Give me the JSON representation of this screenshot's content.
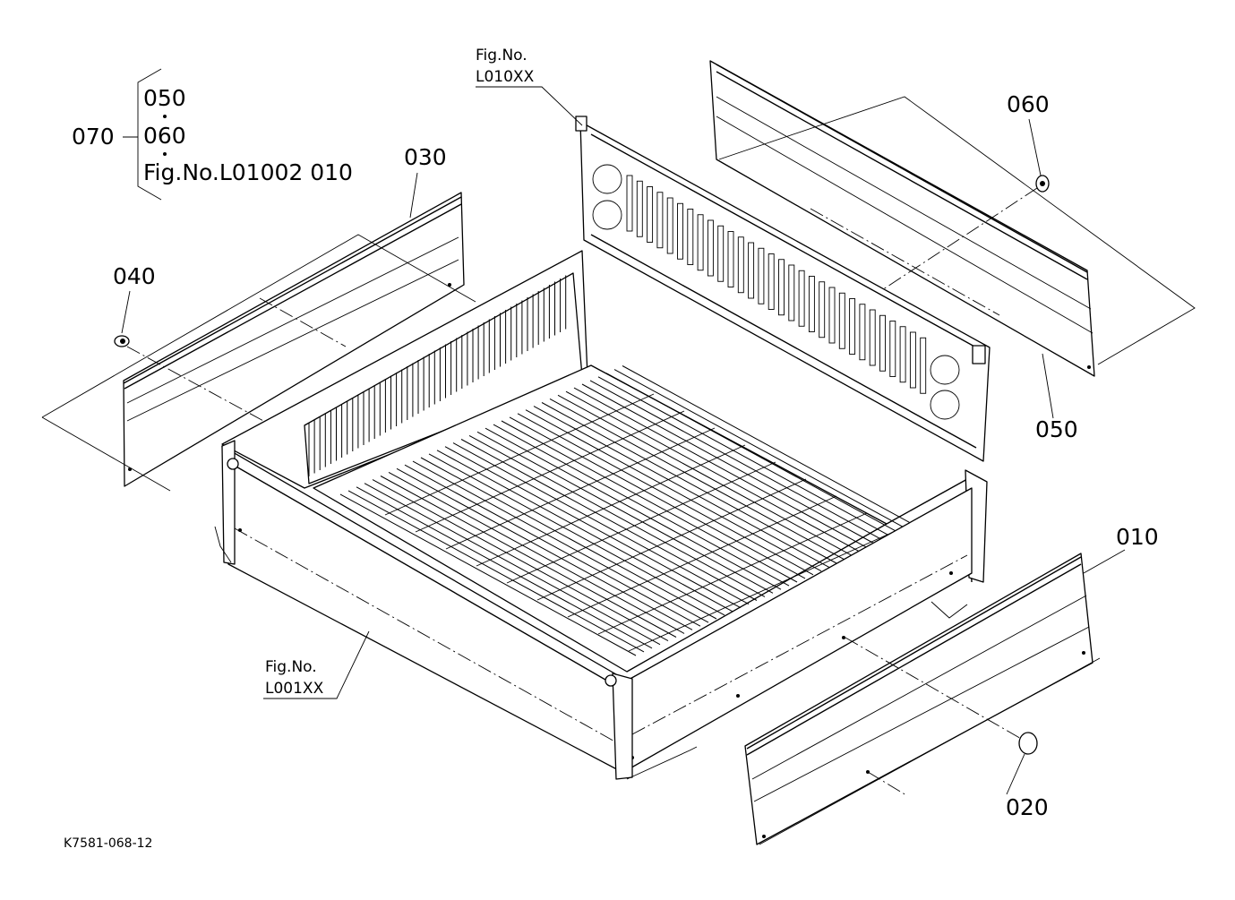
{
  "callouts": {
    "p010": "010",
    "p020": "020",
    "p030": "030",
    "p040": "040",
    "p050": "050",
    "p060": "060",
    "p070": "070"
  },
  "group_070": {
    "line1": "050",
    "line2": "060",
    "line3": "Fig.No.L01002 010"
  },
  "figure_refs": {
    "rear": {
      "line1": "Fig.No.",
      "line2": "L010XX"
    },
    "front": {
      "line1": "Fig.No.",
      "line2": "L001XX"
    }
  },
  "drawing_code": "K7581-068-12"
}
